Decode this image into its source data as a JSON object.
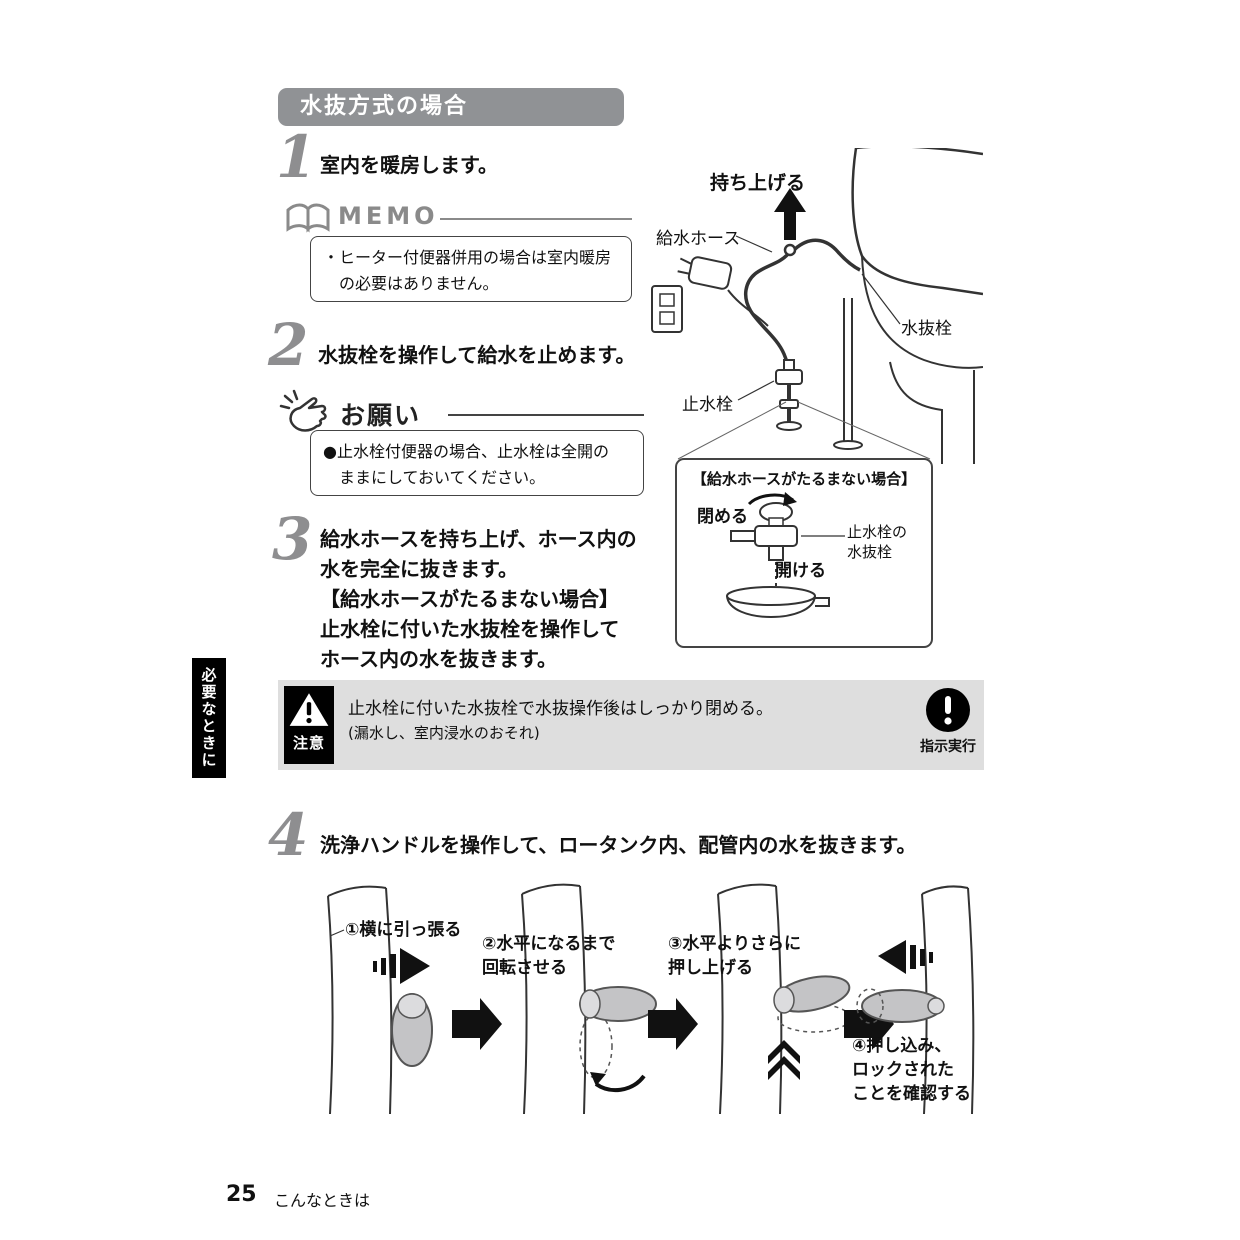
{
  "header": {
    "title": "水抜方式の場合"
  },
  "steps": {
    "s1": {
      "num": "1",
      "text": "室内を暖房します。"
    },
    "s2": {
      "num": "2",
      "text": "水抜栓を操作して給水を止めます。"
    },
    "s3": {
      "num": "3",
      "text": "給水ホースを持ち上げ、ホース内の\n水を完全に抜きます。",
      "sub": "【給水ホースがたるまない場合】\n止水栓に付いた水抜栓を操作して\nホース内の水を抜きます。"
    },
    "s4": {
      "num": "4",
      "text": "洗浄ハンドルを操作して、ロータンク内、配管内の水を抜きます。"
    }
  },
  "memo": {
    "title": "MEMO",
    "text": "・ヒーター付便器併用の場合は室内暖房\n　の必要はありません。"
  },
  "onegai": {
    "title": "お願い",
    "text": "●止水栓付便器の場合、止水栓は全開の\n　ままにしておいてください。"
  },
  "diagram": {
    "lift": "持ち上げる",
    "hose": "給水ホース",
    "drain_valve": "水抜栓",
    "stop_valve": "止水栓"
  },
  "inset": {
    "title": "【給水ホースがたるまない場合】",
    "close": "閉める",
    "open": "開ける",
    "valve": "止水栓の\n水抜栓"
  },
  "sidebar": {
    "label": "必要なときに"
  },
  "caution": {
    "label": "注意",
    "line1": "止水栓に付いた水抜栓で水抜操作後はしっかり閉める。",
    "line2": "(漏水し、室内浸水のおそれ)",
    "icon_label": "指示実行"
  },
  "handle_steps": {
    "h1": "①横に引っ張る",
    "h2": "②水平になるまで\n回転させる",
    "h3": "③水平よりさらに\n押し上げる",
    "h4": "④押し込み、\nロックされた\nことを確認する"
  },
  "footer": {
    "page_number": "25",
    "section": "こんなときは"
  },
  "icons": {
    "memo": "open-book",
    "onegai": "pointing-hand",
    "caution": "warning-triangle",
    "instruction": "exclamation-circle"
  },
  "colors": {
    "header_bg": "#909295",
    "caution_bg": "#dedede",
    "step_number": "#8e8e90",
    "line_art": "#333333"
  }
}
